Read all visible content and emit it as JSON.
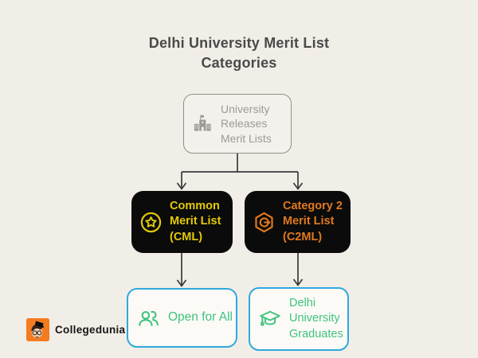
{
  "page": {
    "background_color": "#f1ede7"
  },
  "title": {
    "lines": [
      "Delhi University Merit List",
      "Categories"
    ],
    "color": "#4a4a4a"
  },
  "flowchart": {
    "root": {
      "lines": [
        "University",
        "Releases",
        "Merit Lists"
      ],
      "icon": "university-building-icon",
      "text_color": "#9b9b97",
      "border_color": "#8f8f8c"
    },
    "cml": {
      "lines": [
        "Common",
        "Merit List",
        "(CML)"
      ],
      "icon": "star-badge-icon",
      "text_color": "#e3ca08",
      "background_color": "#0b0b0b"
    },
    "c2ml": {
      "lines": [
        "Category 2",
        "Merit List",
        "(C2ML)"
      ],
      "icon": "category-hexagon-icon",
      "text_color": "#e0791f",
      "background_color": "#0b0b0b"
    },
    "open_for_all": {
      "lines": [
        "Open for All"
      ],
      "icon": "people-group-icon",
      "text_color": "#3fc380",
      "border_color": "#2fa9de"
    },
    "du_graduates": {
      "lines": [
        "Delhi",
        "University",
        "Graduates"
      ],
      "icon": "graduation-cap-icon",
      "text_color": "#3fc380",
      "border_color": "#2fa9de"
    },
    "connector_color": "#3a3a3a"
  },
  "logo": {
    "text": "Collegedunia",
    "mark_color": "#f47b20",
    "icon": "collegedunia-mascot-icon"
  }
}
